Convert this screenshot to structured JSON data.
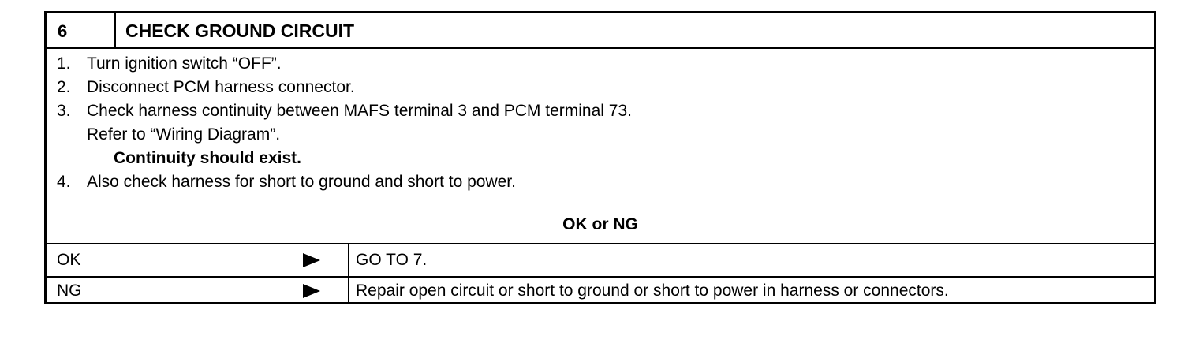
{
  "header": {
    "step_number": "6",
    "title": "CHECK GROUND CIRCUIT"
  },
  "instructions": [
    {
      "num": "1.",
      "text": "Turn ignition switch “OFF”."
    },
    {
      "num": "2.",
      "text": "Disconnect PCM harness connector."
    },
    {
      "num": "3.",
      "text": "Check harness continuity between MAFS terminal 3 and PCM terminal 73."
    },
    {
      "num": "",
      "text": "Refer to “Wiring Diagram”."
    },
    {
      "num": "",
      "text": "Continuity should exist."
    },
    {
      "num": "4.",
      "text": "Also check harness for short to ground and short to power."
    }
  ],
  "result_prompt": "OK or NG",
  "results": [
    {
      "label": "OK",
      "action": "GO TO 7."
    },
    {
      "label": "NG",
      "action": "Repair open circuit or short to ground or short to power in harness or connectors."
    }
  ],
  "icons": {
    "arrow": "arrow-right-icon"
  },
  "colors": {
    "text": "#000000",
    "border": "#000000",
    "background": "#ffffff"
  }
}
